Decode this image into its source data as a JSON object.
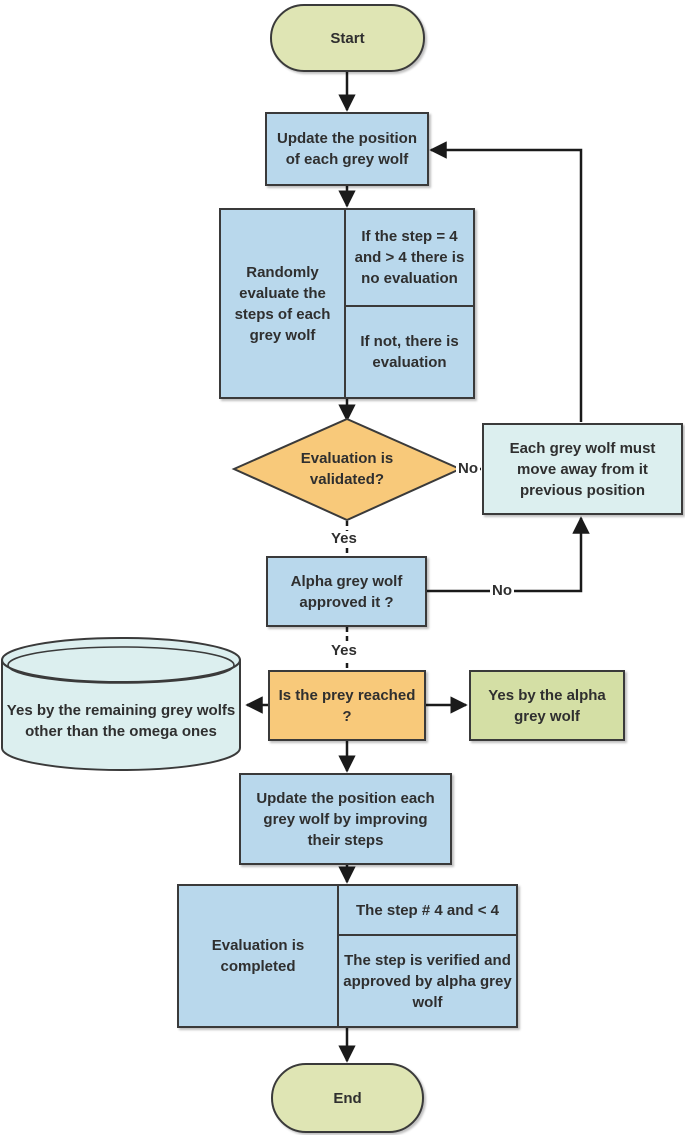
{
  "nodes": {
    "start": "Start",
    "update_position": "Update the position of each grey wolf",
    "randomly_evaluate": "Randomly evaluate the steps of each grey wolf",
    "step_condition": "If the step = 4 and > 4 there is no evaluation",
    "if_not": "If not, there is evaluation",
    "evaluation_valid": "Evaluation is validated?",
    "move_away": "Each grey wolf must move away from it previous position",
    "alpha_approved": "Alpha grey wolf approved it ?",
    "prey_reached": "Is the prey reached ?",
    "yes_remaining": "Yes by the  remaining grey wolfs other than the omega ones",
    "yes_alpha": "Yes  by the alpha grey wolf",
    "update_improve": "Update the position each grey wolf by improving their steps",
    "evaluation_completed": "Evaluation is completed",
    "step_not4": "The step  # 4 and < 4",
    "step_verified": "The step is verified and approved by alpha grey wolf",
    "end": "End"
  },
  "edge_labels": {
    "no_1": "No",
    "yes_1": "Yes",
    "no_2": "No",
    "yes_2": "Yes"
  },
  "colors": {
    "terminal": "#dfe5b4",
    "process": "#b9d8ec",
    "decision": "#f8c97a",
    "green": "#d4dfa5",
    "teal": "#dcefef",
    "line": "#1a1a1a"
  }
}
